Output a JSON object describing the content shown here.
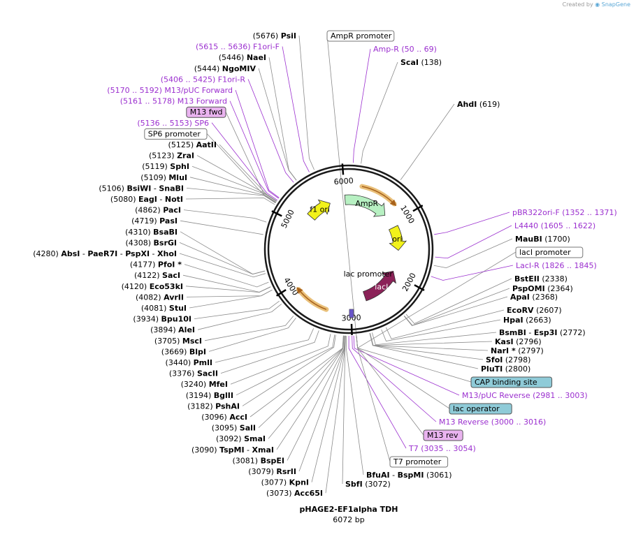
{
  "credit": {
    "prefix": "Created by",
    "brand": "SnapGene",
    "brand_color": "#5aa7d6"
  },
  "plasmid": {
    "name": "pHAGE2-EF1alpha TDH",
    "length_label": "6072 bp",
    "total_bp": 6072
  },
  "ticks": [
    "1000",
    "2000",
    "3000",
    "4000",
    "5000",
    "6000"
  ],
  "colors": {
    "backbone": "#1a1a1a",
    "primer": "#9b2fcf",
    "AmpR": "#b7f0c2",
    "ori": "#f2f21a",
    "f1_ori": "#f2f21a",
    "lacI": "#8b2258",
    "orf_highlight": "#e9c07a",
    "orf_arrow": "#a8621c",
    "feature_box_teal": "#8fcbd8",
    "primer_box": "#e9b3ef"
  },
  "features": [
    {
      "label": "AmpR",
      "start": 6000,
      "end": 790,
      "dir": 1,
      "color": "#b7f0c2"
    },
    {
      "label": "ori",
      "start": 1080,
      "end": 1540,
      "dir": 1,
      "color": "#f2f21a"
    },
    {
      "label": "lacI",
      "start": 1960,
      "end": 2720,
      "dir": -1,
      "color": "#8b2258"
    },
    {
      "label": "f1 ori",
      "start": 5240,
      "end": 5700,
      "dir": 1,
      "color": "#f2f21a"
    },
    {
      "label": "lac promoter",
      "start": 2750,
      "end": 2790
    }
  ],
  "left_labels": [
    {
      "pos": "(5676)",
      "name": "PsiI"
    },
    {
      "primer": "(5615 .. 5636)  F1ori-F"
    },
    {
      "pos": "(5446)",
      "name": "NaeI"
    },
    {
      "pos": "(5444)",
      "name": "NgoMIV"
    },
    {
      "primer": "(5406 .. 5425)  F1ori-R"
    },
    {
      "primer": "(5170 .. 5192)  M13/pUC Forward"
    },
    {
      "primer": "(5161 .. 5178)  M13 Forward"
    },
    {
      "box": "M13 fwd"
    },
    {
      "primer": "(5136 .. 5153)  SP6"
    },
    {
      "box": "SP6 promoter"
    },
    {
      "pos": "(5125)",
      "name": "AatII"
    },
    {
      "pos": "(5123)",
      "name": "ZraI"
    },
    {
      "pos": "(5119)",
      "name": "SphI"
    },
    {
      "pos": "(5109)",
      "name": "MluI"
    },
    {
      "pos": "(5106)",
      "name": "BsiWI",
      "extra": "SnaBI"
    },
    {
      "pos": "(5080)",
      "name": "EagI",
      "extra": "NotI"
    },
    {
      "pos": "(4862)",
      "name": "PacI"
    },
    {
      "pos": "(4719)",
      "name": "PasI"
    },
    {
      "pos": "(4310)",
      "name": "BsaBI"
    },
    {
      "pos": "(4308)",
      "name": "BsrGI"
    },
    {
      "pos": "(4280)",
      "name": "AbsI",
      "extra": "PaeR7I",
      "extra2": "PspXI",
      "extra3": "XhoI"
    },
    {
      "pos": "(4177)",
      "name": "PfoI *"
    },
    {
      "pos": "(4122)",
      "name": "SacI"
    },
    {
      "pos": "(4120)",
      "name": "Eco53kI"
    },
    {
      "pos": "(4082)",
      "name": "AvrII"
    },
    {
      "pos": "(4081)",
      "name": "StuI"
    },
    {
      "pos": "(3934)",
      "name": "Bpu10I"
    },
    {
      "pos": "(3894)",
      "name": "AleI"
    },
    {
      "pos": "(3705)",
      "name": "MscI"
    },
    {
      "pos": "(3669)",
      "name": "BlpI"
    },
    {
      "pos": "(3440)",
      "name": "PmlI"
    },
    {
      "pos": "(3376)",
      "name": "SacII"
    },
    {
      "pos": "(3240)",
      "name": "MfeI"
    },
    {
      "pos": "(3194)",
      "name": "BglII"
    },
    {
      "pos": "(3182)",
      "name": "PshAI"
    },
    {
      "pos": "(3096)",
      "name": "AccI"
    },
    {
      "pos": "(3095)",
      "name": "SalI"
    },
    {
      "pos": "(3092)",
      "name": "SmaI"
    },
    {
      "pos": "(3090)",
      "name": "TspMI",
      "extra": "XmaI"
    },
    {
      "pos": "(3081)",
      "name": "BspEI"
    },
    {
      "pos": "(3079)",
      "name": "RsrII"
    },
    {
      "pos": "(3077)",
      "name": "KpnI"
    },
    {
      "pos": "(3073)",
      "name": "Acc65I"
    }
  ],
  "right_labels": [
    {
      "box": "AmpR promoter"
    },
    {
      "primer": "Amp-R    (50 .. 69)"
    },
    {
      "name": "ScaI",
      "pos": "(138)"
    },
    {
      "name": "AhdI",
      "pos": "(619)"
    },
    {
      "primer": "pBR322ori-F    (1352 .. 1371)"
    },
    {
      "primer": "L4440    (1605 .. 1622)"
    },
    {
      "name": "MauBI",
      "pos": "(1700)"
    },
    {
      "box": "lacI promoter"
    },
    {
      "primer": "LacI-R    (1826 .. 1845)"
    },
    {
      "name": "BstEII",
      "pos": "(2338)"
    },
    {
      "name": "PspOMI",
      "pos": "(2364)"
    },
    {
      "name": "ApaI",
      "pos": "(2368)"
    },
    {
      "name": "EcoRV",
      "pos": "(2607)"
    },
    {
      "name": "HpaI",
      "pos": "(2663)"
    },
    {
      "name": "BsmBI",
      "extra": "Esp3I",
      "pos": "(2772)"
    },
    {
      "name": "KasI",
      "pos": "(2796)"
    },
    {
      "name": "NarI *",
      "pos": "(2797)"
    },
    {
      "name": "SfoI",
      "pos": "(2798)"
    },
    {
      "name": "PluTI",
      "pos": "(2800)"
    },
    {
      "box_teal": "CAP binding site"
    },
    {
      "primer": "M13/pUC Reverse    (2981 .. 3003)"
    },
    {
      "box_teal": "lac operator"
    },
    {
      "primer": "M13 Reverse    (3000 .. 3016)"
    },
    {
      "box": "M13 rev"
    },
    {
      "primer": "T7    (3035 .. 3054)"
    },
    {
      "box": "T7 promoter"
    },
    {
      "name": "BfuAI",
      "extra": "BspMI",
      "pos": "(3061)"
    },
    {
      "name": "SbfI",
      "pos": "(3072)"
    }
  ]
}
